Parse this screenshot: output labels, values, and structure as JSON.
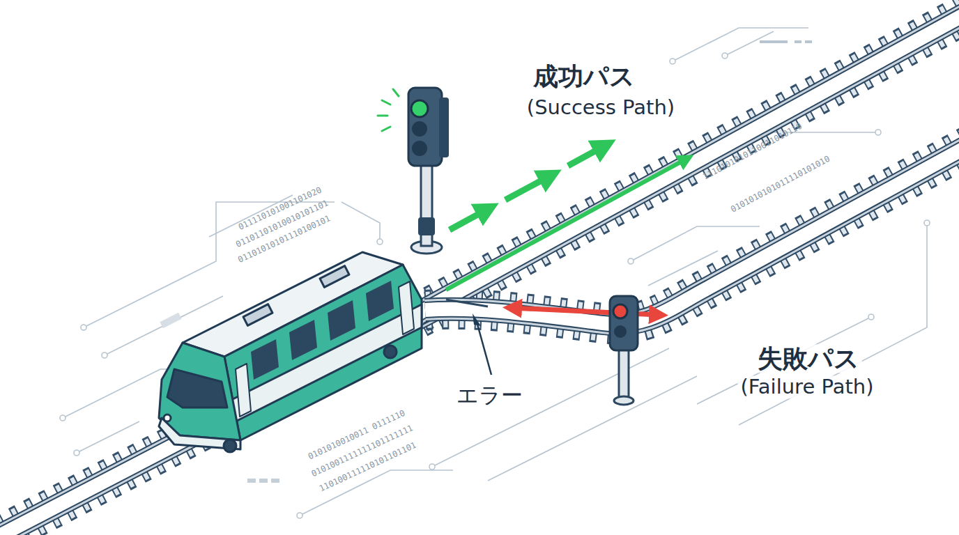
{
  "diagram": {
    "labels": [
      "成功パス",
      "(Success Path)",
      "エラー",
      "失敗パス",
      "(Failure Path)",
      "011110101001101020",
      "01101101010010101101",
      "01101010101110100101",
      "1110101010110011010110",
      "0101010101011110101010",
      "0101010010011 0111110",
      "0101001111111101111111",
      "110100111110101101101"
    ]
  }
}
